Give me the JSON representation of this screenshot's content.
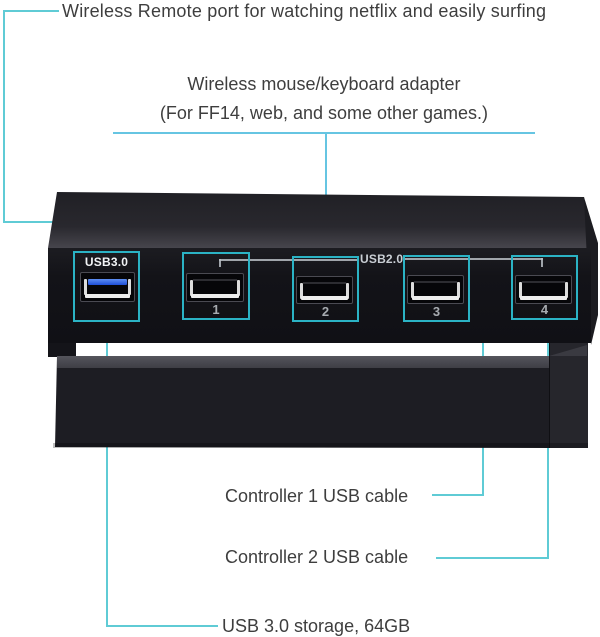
{
  "annotations": {
    "remote": {
      "label": "Wireless Remote port for watching netflix and easily surfing"
    },
    "adapter": {
      "line1": "Wireless mouse/keyboard adapter",
      "line2": "(For FF14, web, and some other games.)"
    },
    "controller1": {
      "label": "Controller 1 USB cable"
    },
    "controller2": {
      "label": "Controller 2 USB cable"
    },
    "storage": {
      "label": "USB 3.0 storage, 64GB"
    }
  },
  "device": {
    "usb3_label": "USB3.0",
    "usb2_label": "USB2.0",
    "ports": [
      {
        "number": "1"
      },
      {
        "number": "2"
      },
      {
        "number": "3"
      },
      {
        "number": "4"
      }
    ]
  },
  "colors": {
    "annotation_line": "#5fcbd5",
    "adapter_line": "#66c5e2",
    "port_box": "#2bb3c5",
    "usb3_blue": "#2f62e6",
    "text": "#3e3e3e",
    "device_body": "#131318"
  }
}
